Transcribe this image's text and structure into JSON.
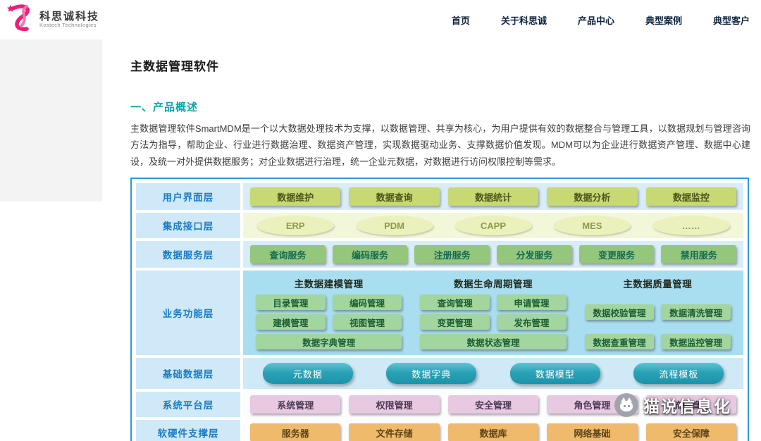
{
  "colors": {
    "brand_pink": "#ec1e79",
    "accent_teal": "#09a6ad",
    "diagram_border": "#2f9bd4",
    "layer_label_blue": "#1b7cc3"
  },
  "header": {
    "logo_title": "科思诚科技",
    "logo_subtitle": "Kostech Technologies",
    "nav": [
      "首页",
      "关于科思诚",
      "产品中心",
      "典型案例",
      "典型客户"
    ]
  },
  "page": {
    "title": "主数据管理软件",
    "section_heading": "一、产品概述",
    "overview": "主数据管理软件SmartMDM是一个以大数据处理技术为支撑，以数据管理、共享为核心，为用户提供有效的数据整合与管理工具，以数据规划与管理咨询方法为指导，帮助企业、行业进行数据治理、数据资产管理，实现数据驱动业务、支撑数据价值发现。MDM可以为企业进行数据资产管理、数据中心建设，及统一对外提供数据服务；对企业数据进行治理，统一企业元数据，对数据进行访问权限控制等需求。"
  },
  "diagram": {
    "layers": [
      {
        "id": "ui",
        "label": "用户界面层",
        "type": "pills",
        "items": [
          "数据维护",
          "数据查询",
          "数据统计",
          "数据分析",
          "数据监控"
        ]
      },
      {
        "id": "integration",
        "label": "集成接口层",
        "type": "ellipses",
        "items": [
          "ERP",
          "PDM",
          "CAPP",
          "MES",
          "……"
        ]
      },
      {
        "id": "service",
        "label": "数据服务层",
        "type": "pills",
        "items": [
          "查询服务",
          "编码服务",
          "注册服务",
          "分发服务",
          "变更服务",
          "禁用服务"
        ]
      },
      {
        "id": "business",
        "label": "业务功能层",
        "type": "groups",
        "groups": [
          {
            "title": "主数据建模管理",
            "rows": [
              [
                "目录管理",
                "编码管理"
              ],
              [
                "建模管理",
                "视图管理"
              ],
              [
                "数据字典管理"
              ]
            ]
          },
          {
            "title": "数据生命周期管理",
            "rows": [
              [
                "查询管理",
                "申请管理"
              ],
              [
                "变更管理",
                "发布管理"
              ],
              [
                "数据状态管理"
              ]
            ]
          },
          {
            "title": "主数据质量管理",
            "rows": [
              [
                "数据校验管理",
                "数据清洗管理"
              ],
              [
                "数据查重管理",
                "数据监控管理"
              ]
            ]
          }
        ]
      },
      {
        "id": "data",
        "label": "基础数据层",
        "type": "cylinders",
        "items": [
          "元数据",
          "数据字典",
          "数据模型",
          "流程模板"
        ]
      },
      {
        "id": "platform",
        "label": "系统平台层",
        "type": "pills",
        "items": [
          "系统管理",
          "权限管理",
          "安全管理",
          "角色管理",
          "流程管理"
        ]
      },
      {
        "id": "support",
        "label": "软硬件支撑层",
        "type": "pills",
        "items": [
          "服务器",
          "文件存储",
          "数据库",
          "网络基础",
          "安全保障"
        ]
      }
    ]
  },
  "watermark": {
    "text": "猫说信息化"
  }
}
